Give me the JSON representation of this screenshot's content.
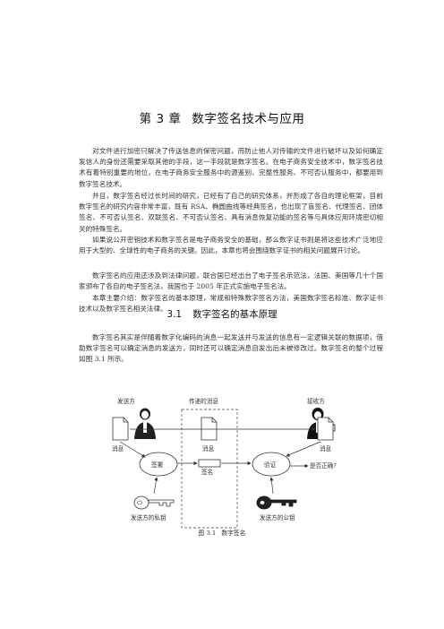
{
  "chapter": {
    "number": "第 3 章",
    "title": "数字签名技术与应用"
  },
  "paragraphs": [
    "对文件进行加密只解决了传送信息的保密问题，而防止他人对传输的文件进行破坏以及如何确定发信人的身份还需要采取其他的手段，这一手段就是数字签名。在电子商务安全技术中，数字签名技术有着特别重要的地位，在电子商务安全服务中的源鉴别、完整性服务、不可否认服务中，都要用到数字签名技术。",
    "并且，数字签名经过长时间的研究，已经有了自己的研究体系，并形成了各自的理论框架，目前数字签名的研究内容非常丰富，既有 RSA、椭圆曲线等经典签名，也出现了盲签名、代理签名、团体签名、不可否认签名、双联签名、不可否认签名、具有消息恢复功能的签名等与具体应用环境密切相关的特殊签名。",
    "如果说公开密钥技术和数字签名是电子商务安全的基础，那么数字证书则是将这些技术广泛地应用于大型的、全球性的电子商务的关键。因此，本章也将会围绕数字证书的相关问题展开讨论。",
    "数字签名的应用还涉及到法律问题，联合国已经出台了电子签名示范法，法国、美国等几十个国家颁布了各自的电子签名法，我国也于 2005 年正式实施电子签名法。",
    "本章主要介绍：数字签名的基本原理，常规和特殊数字签名方法，美国数字签名标准、数字证书技术以及数字签名相关法律。"
  ],
  "section": {
    "number": "3.1",
    "title": "数字签名的基本原理"
  },
  "section_paragraph": "数字签名其实是伴随着数字化编码的消息一起发送并与发送的信息有一定逻辑关联的数据项，借助数字签名可以确定消息的发送方，同时还可以确定消息自发出后未被修改过。数字签名的整个过程如图 3.1 所示。",
  "figure": {
    "sender": "发送方",
    "transmitted": "传递的消息",
    "receiver": "接收方",
    "msg_left": "消息",
    "msg_mid": "消息",
    "msg_right": "消息",
    "sign": "签署",
    "signature": "签名",
    "verify": "验证",
    "correct": "是否正确?",
    "private_key": "发送方的私钥",
    "public_key": "发送方的公钥",
    "caption_num": "图 3.1",
    "caption": "数字签名"
  }
}
